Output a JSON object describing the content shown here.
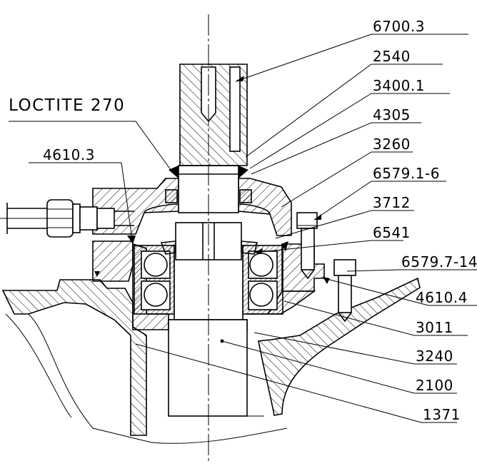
{
  "annotation": "LOCTITE 270",
  "callouts_right": [
    "6700.3",
    "2540",
    "3400.1",
    "4305",
    "3260",
    "6579.1-6",
    "3712",
    "6541",
    "6579.7-14",
    "4610.4",
    "3011",
    "3240",
    "2100",
    "1371"
  ],
  "callouts_left": [
    "4610.3"
  ]
}
